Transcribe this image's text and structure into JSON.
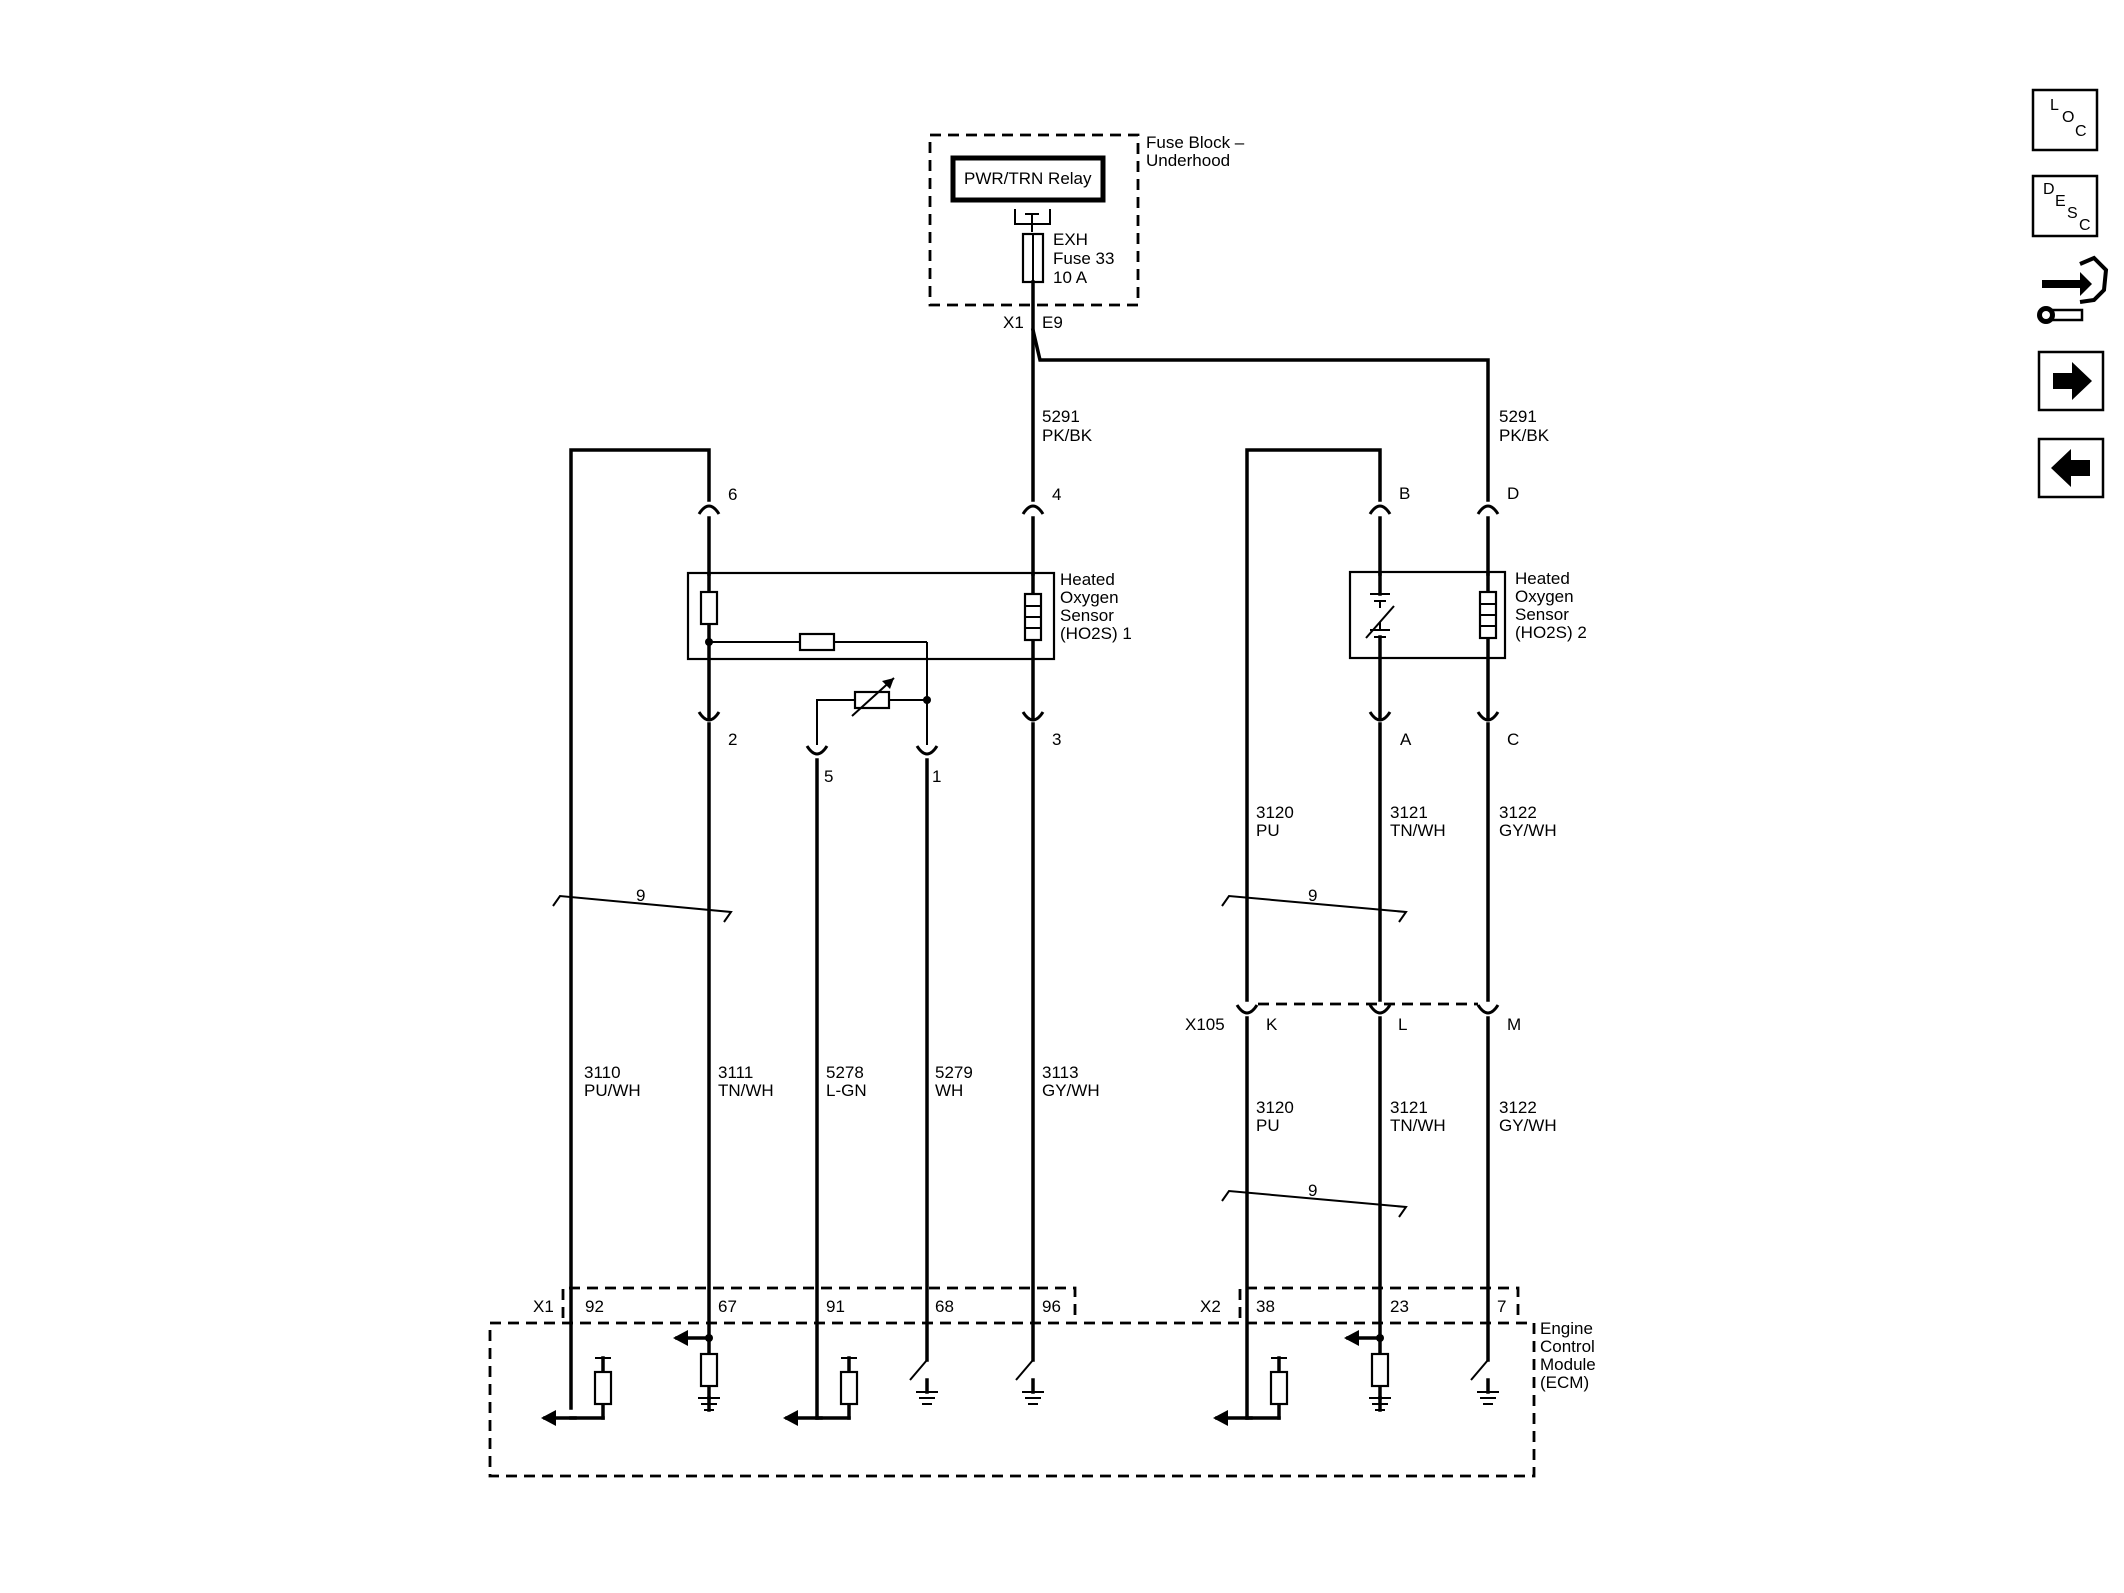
{
  "fuse_block": {
    "label_line1": "Fuse Block –",
    "label_line2": "Underhood",
    "relay": "PWR/TRN Relay",
    "fuse_line1": "EXH",
    "fuse_line2": "Fuse 33",
    "fuse_line3": "10 A",
    "connector": "X1",
    "terminal": "E9"
  },
  "supply_wires": {
    "left": {
      "circuit": "5291",
      "color": "PK/BK"
    },
    "right": {
      "circuit": "5291",
      "color": "PK/BK"
    }
  },
  "ho2s1": {
    "name_lines": [
      "Heated",
      "Oxygen",
      "Sensor",
      "(HO2S) 1"
    ],
    "pins": {
      "p6": "6",
      "p4": "4",
      "p2": "2",
      "p5": "5",
      "p1": "1",
      "p3": "3"
    }
  },
  "ho2s2": {
    "name_lines": [
      "Heated",
      "Oxygen",
      "Sensor",
      "(HO2S) 2"
    ],
    "pins": {
      "pB": "B",
      "pD": "D",
      "pA": "A",
      "pC": "C"
    }
  },
  "shield_count": "9",
  "left_wires": [
    {
      "circuit": "3110",
      "color": "PU/WH"
    },
    {
      "circuit": "3111",
      "color": "TN/WH"
    },
    {
      "circuit": "5278",
      "color": "L-GN"
    },
    {
      "circuit": "5279",
      "color": "WH"
    },
    {
      "circuit": "3113",
      "color": "GY/WH"
    }
  ],
  "right_wires_upper": [
    {
      "circuit": "3120",
      "color": "PU"
    },
    {
      "circuit": "3121",
      "color": "TN/WH"
    },
    {
      "circuit": "3122",
      "color": "GY/WH"
    }
  ],
  "right_wires_lower": [
    {
      "circuit": "3120",
      "color": "PU"
    },
    {
      "circuit": "3121",
      "color": "TN/WH"
    },
    {
      "circuit": "3122",
      "color": "GY/WH"
    }
  ],
  "inline_connector": {
    "name": "X105",
    "pins": [
      "K",
      "L",
      "M"
    ]
  },
  "ecm": {
    "name_lines": [
      "Engine",
      "Control",
      "Module",
      "(ECM)"
    ],
    "x1": {
      "name": "X1",
      "pins": [
        "92",
        "67",
        "91",
        "68",
        "96"
      ]
    },
    "x2": {
      "name": "X2",
      "pins": [
        "38",
        "23",
        "7"
      ]
    }
  },
  "nav": {
    "loc": {
      "l1": "L",
      "l2": "O",
      "l3": "C"
    },
    "desc": {
      "l1": "D",
      "l2": "E",
      "l3": "S",
      "l4": "C"
    },
    "icons": [
      "connector-diagnostic-icon",
      "arrow-right-icon",
      "arrow-left-icon"
    ]
  }
}
